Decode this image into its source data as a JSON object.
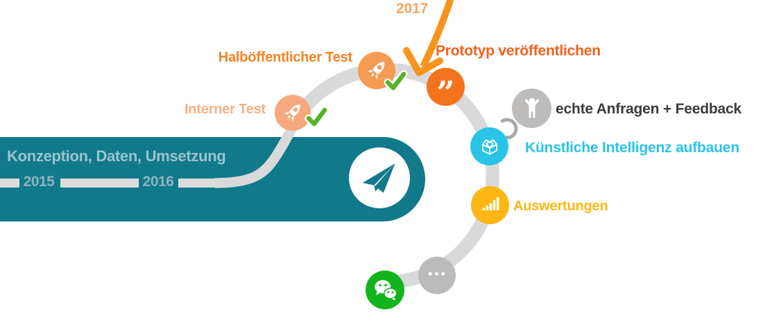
{
  "phase_band": {
    "label": "Konzeption, Daten, Umsetzung",
    "year_2015": "2015",
    "year_2016": "2016"
  },
  "arrow_year": "2017",
  "milestones": [
    {
      "id": "interner-test",
      "label": "Interner Test",
      "icon": "rocket-icon",
      "completed": true
    },
    {
      "id": "halboeffentlicher-test",
      "label": "Halböffentlicher Test",
      "icon": "rocket-icon",
      "completed": true
    },
    {
      "id": "prototyp-veroeffentlichen",
      "label": "Prototyp veröffentlichen",
      "icon": "quote-icon"
    },
    {
      "id": "echte-anfragen-feedback",
      "label": "echte Anfragen + Feedback",
      "icon": "person-icon"
    },
    {
      "id": "kuenstliche-intelligenz-aufbauen",
      "label": "Künstliche Intelligenz aufbauen",
      "icon": "open-box-icon"
    },
    {
      "id": "auswertungen",
      "label": "Auswertungen",
      "icon": "bar-chart-icon"
    },
    {
      "id": "weitere-schritte",
      "label": "...",
      "icon": "ellipsis-dots"
    },
    {
      "id": "wechat",
      "icon": "wechat-icon"
    }
  ],
  "icons": {
    "quote_glyph": "”"
  },
  "colors": {
    "band_teal": "#107A8B",
    "path_gray": "#D9D9D9",
    "orange_strong": "#F4731C",
    "orange_light": "#F6A97E",
    "orange_arrow": "#F7941E",
    "cyan": "#2AC4E8",
    "yellow": "#FCB715",
    "wechat_green": "#12B41C",
    "check_green": "#56B32A",
    "gray_node": "#BDBCBB"
  }
}
